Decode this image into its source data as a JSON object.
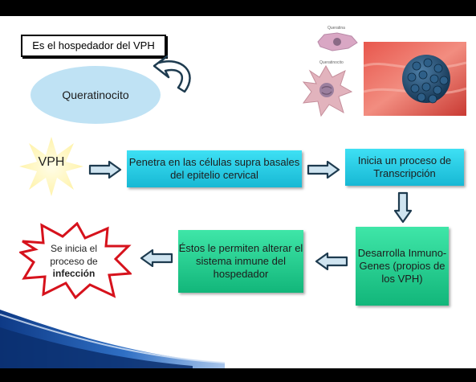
{
  "host_label": "Es el hospedador del VPH",
  "cell_ellipse": "Queratinocito",
  "images": {
    "caption_top": "Queratina",
    "caption_bottom": "Queratinocito"
  },
  "flow": {
    "start": "VPH",
    "step1": "Penetra en las células supra basales del epitelio cervical",
    "step2": "Inicia un proceso de Transcripción",
    "step3": "Desarrolla Inmuno-Genes (propios de los VPH)",
    "step4": "Éstos le permiten alterar el sistema inmune del hospedador",
    "end_prefix": "Se inicia el proceso de",
    "end_bold": "infección"
  },
  "colors": {
    "cyan_box": "#17b8d4",
    "green_box": "#12b67a",
    "star": "#fff5a8",
    "burst_border": "#d6121c",
    "ellipse": "#bfe2f4"
  }
}
